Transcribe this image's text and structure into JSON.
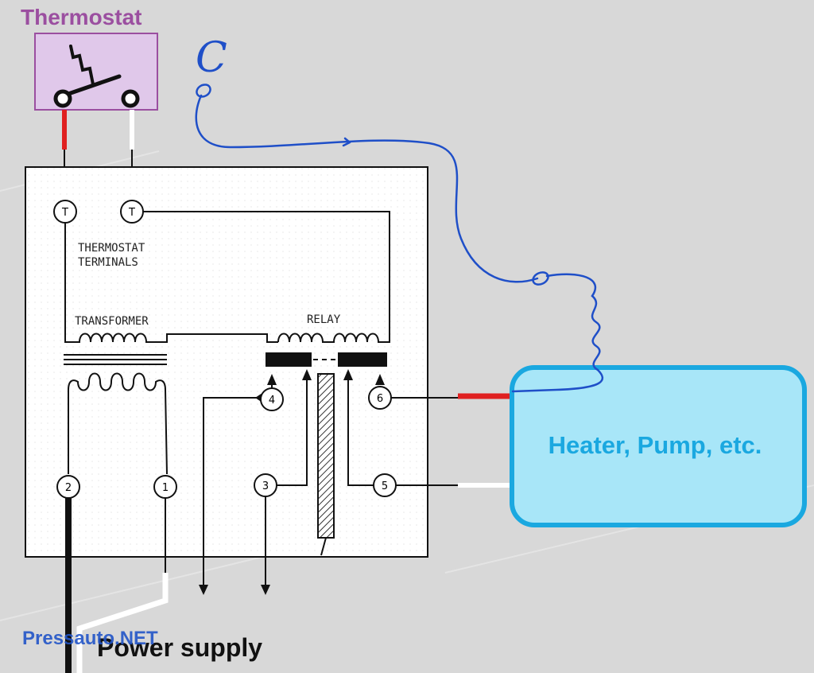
{
  "thermostat": {
    "title": "Thermostat"
  },
  "box": {
    "thermostat_terminals_line1": "THERMOSTAT",
    "thermostat_terminals_line2": "TERMINALS",
    "transformer_label": "TRANSFORMER",
    "relay_label": "RELAY",
    "terminal_t": "T"
  },
  "terminals": [
    "1",
    "2",
    "3",
    "4",
    "5",
    "6"
  ],
  "c_wire": {
    "label": "C"
  },
  "load": {
    "label": "Heater, Pump, etc."
  },
  "power": {
    "label": "Power supply"
  },
  "watermark": {
    "text": "Pressauto.NET"
  },
  "colors": {
    "thermostat_title": "#9b4fa0",
    "thermostat_fill": "#e0c8ea",
    "blue_wire": "#1f4fc8",
    "load_fill": "#a8e6f8",
    "load_border": "#1aa8e0",
    "load_text": "#1aa8e0",
    "red_wire": "#e02020",
    "watermark": "#2255c8"
  }
}
